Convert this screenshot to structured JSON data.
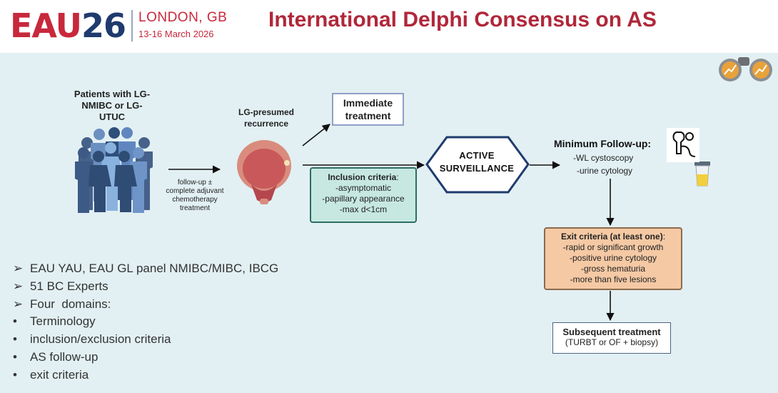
{
  "header": {
    "logo_eau": "EAU",
    "logo_26": "26",
    "city": "LONDON, GB",
    "dates": "13-16 March 2026",
    "title": "International Delphi Consensus on AS"
  },
  "diagram": {
    "patients_label": "Patients with LG-NMIBC or LG-UTUC",
    "followup_note": "follow-up ± complete adjuvant chemotherapy treatment",
    "recurrence_label": "LG-presumed recurrence",
    "immediate_treatment": "Immediate treatment",
    "inclusion": {
      "title": "Inclusion criteria",
      "title_suffix": ":",
      "items": [
        "-asymptomatic",
        "-papillary appearance",
        "-max d<1cm"
      ]
    },
    "active_surveillance": "ACTIVE SURVEILLANCE",
    "min_followup": {
      "title": "Minimum Follow-up",
      "title_suffix": ":",
      "items": [
        "-WL cystoscopy",
        "-urine cytology"
      ]
    },
    "exit": {
      "title": "Exit criteria (at least one)",
      "title_suffix": ":",
      "items": [
        "-rapid or significant growth",
        "-positive urine cytology",
        "-gross hematuria",
        "-more than five lesions"
      ]
    },
    "subsequent": {
      "title": "Subsequent treatment",
      "detail": "(TURBT or OF + biopsy)"
    }
  },
  "bullets": [
    {
      "marker": "➢",
      "text": "EAU YAU, EAU GL panel NMIBC/MIBC, IBCG"
    },
    {
      "marker": "➢",
      "text": "51 BC Experts"
    },
    {
      "marker": "➢",
      "text": "Four  domains:"
    },
    {
      "marker": "•",
      "text": "Terminology"
    },
    {
      "marker": "•",
      "text": "inclusion/exclusion criteria"
    },
    {
      "marker": "•",
      "text": "AS follow-up"
    },
    {
      "marker": "•",
      "text": "exit criteria"
    }
  ],
  "icons": {
    "patients": "people-group-icon",
    "bladder": "bladder-icon",
    "cystoscope": "cystoscope-icon",
    "urine_cup": "urine-sample-cup-icon",
    "binoculars": "binoculars-icon"
  },
  "colors": {
    "brand_red": "#c8283c",
    "brand_navy": "#1f3b6e",
    "panel_bg": "#e2f0f3",
    "inclusion_fill": "#c6e8e1",
    "exit_fill": "#f5c9a4",
    "hexagon_stroke": "#1f3b6e"
  }
}
